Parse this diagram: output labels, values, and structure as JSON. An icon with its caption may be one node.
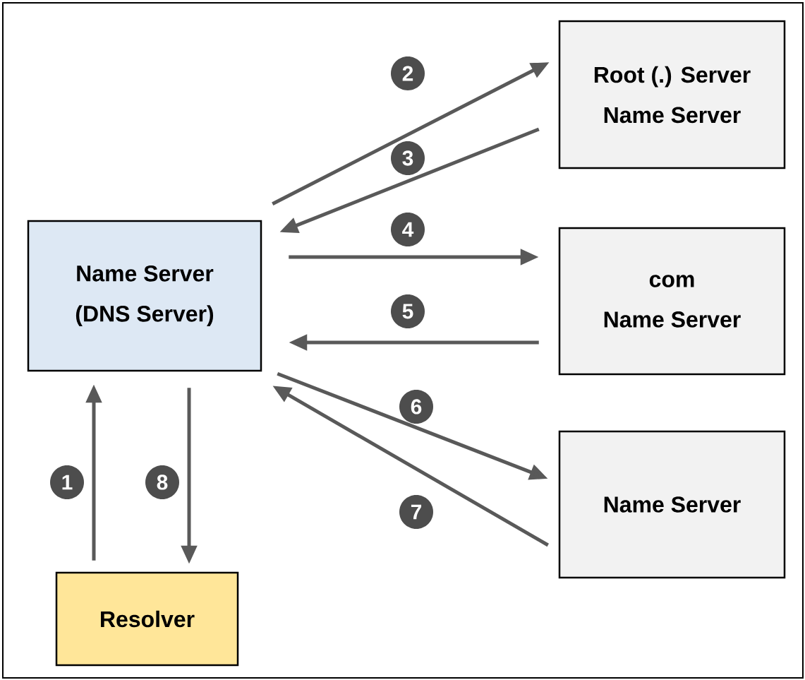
{
  "diagram": {
    "nodes": [
      {
        "text": [
          "Name Server",
          "(DNS Server)"
        ]
      },
      {
        "text": [
          "Root (.) Server",
          "Name Server"
        ]
      },
      {
        "text": [
          "com",
          "Name Server"
        ]
      },
      {
        "text": [
          "Name Server"
        ]
      },
      {
        "text": [
          "Resolver"
        ]
      }
    ],
    "edges": [
      {
        "from": 4,
        "to": 0,
        "arrow": "to",
        "label": "1"
      },
      {
        "from": 0,
        "to": 4,
        "arrow": "to",
        "label": "8"
      },
      {
        "from": 0,
        "to": 1,
        "arrow": "to",
        "label": "2"
      },
      {
        "from": 1,
        "to": 0,
        "arrow": "to",
        "label": "3"
      },
      {
        "from": 0,
        "to": 2,
        "arrow": "to",
        "label": "4"
      },
      {
        "from": 2,
        "to": 0,
        "arrow": "to",
        "label": "5"
      },
      {
        "from": 0,
        "to": 3,
        "arrow": "to",
        "label": "6"
      },
      {
        "from": 3,
        "to": 0,
        "arrow": "to",
        "label": "7"
      }
    ]
  }
}
